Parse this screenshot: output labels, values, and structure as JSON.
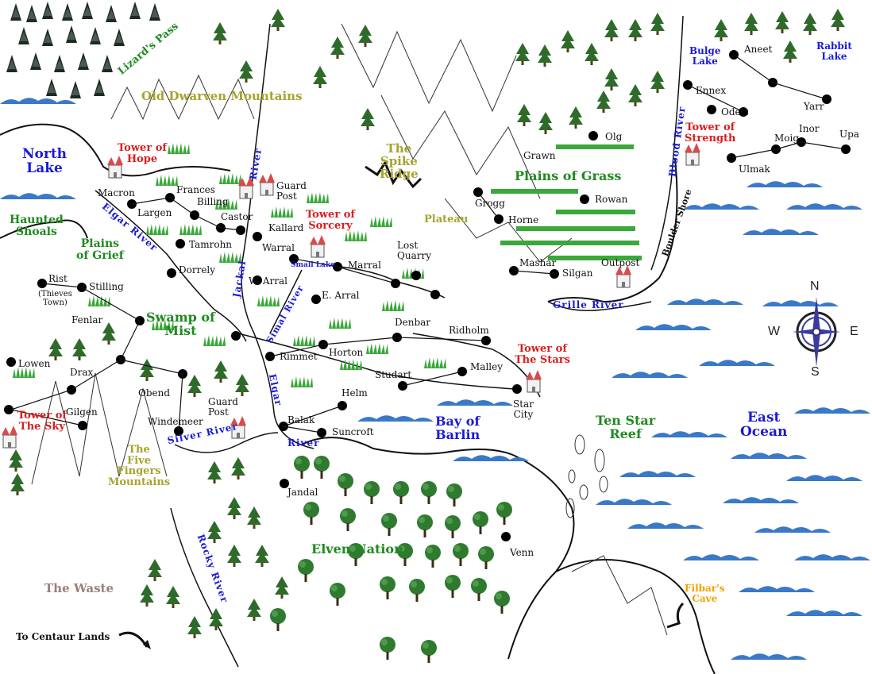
{
  "colors": {
    "region": "#1f8a1f",
    "water_label": "#1a1ad8",
    "tower_label": "#d81e1e",
    "mountain_label": "#a6a32e",
    "waste_label": "#9b7f7f",
    "cave_label": "#f0a300",
    "sea_wave": "#3a78c8",
    "tree": "#2e6b2a",
    "grass": "#3aa83a",
    "ink": "#111111"
  },
  "regions": {
    "old_dwarven_mountains": "Old Dwarven Mountains",
    "lizards_pass": "Lizard's Pass",
    "plains_of_grief": "Plains\nof Grief",
    "haunted_shoals": "Haunted\nShoals",
    "swamp_of_mist": "Swamp of\nMist",
    "the_spike_ridge": "The\nSpike\nRidge",
    "plateau": "Plateau",
    "plains_of_grass": "Plains of Grass",
    "elven_nation": "Elven Nation",
    "ten_star_reef": "Ten Star\nReef",
    "the_five_fingers_mountains": "The\nFive\nFingers\nMountains",
    "the_waste": "The Waste",
    "boulder_shore": "Boulder Shore"
  },
  "waters": {
    "north_lake": "North\nLake",
    "bulge_lake": "Bulge\nLake",
    "rabbit_lake": "Rabbit\nLake",
    "bay_of_barlin": "Bay of\nBarlin",
    "east_ocean": "East\nOcean",
    "small_lake": "Small Lake"
  },
  "rivers": {
    "elgar_river_north": "Elgar River",
    "elgar_river_south": "Elgar",
    "river_south": "River",
    "jackal_river_a": "Jackal",
    "jackal_river_b": "River",
    "simal_river": "Simal River",
    "silver_river": "Silver River",
    "rocky_river": "Rocky River",
    "grille_river": "Grille River",
    "blood_river": "Blood River"
  },
  "towers": {
    "hope": "Tower of\nHope",
    "sorcery": "Tower of\nSorcery",
    "strength": "Tower of\nStrength",
    "the_stars": "Tower of\nThe Stars",
    "the_sky": "Tower of\nThe Sky"
  },
  "places": {
    "macron": "Macron",
    "frances": "Frances",
    "largen": "Largen",
    "billing": "Billing",
    "castor": "Castor",
    "guard_post_north": "Guard\nPost",
    "kallard": "Kallard",
    "tamrohn": "Tamrohn",
    "dorrely": "Dorrely",
    "warral": "Warral",
    "w_arral": "W. Arral",
    "marral": "Marral",
    "e_arral": "E. Arral",
    "lost_quarry": "Lost\nQuarry",
    "rist": "Rist",
    "thieves_town": "(Thieves\nTown)",
    "stilling": "Stilling",
    "fenlar": "Fenlar",
    "lowen": "Lowen",
    "drax": "Drax",
    "gilgen": "Gilgen",
    "obend": "Obend",
    "windemeer": "Windemeer",
    "guard_post_south": "Guard\nPost",
    "rimmet": "Rimmet",
    "horton": "Horton",
    "denbar": "Denbar",
    "ridholm": "Ridholm",
    "malley": "Malley",
    "studart": "Studart",
    "helm": "Helm",
    "balak": "Balak",
    "suncroft": "Suncroft",
    "star_city": "Star\nCity",
    "jandal": "Jandal",
    "venn": "Venn",
    "grogg": "Grogg",
    "horne": "Horne",
    "grawn": "Grawn",
    "olg": "Olg",
    "rowan": "Rowan",
    "mashar": "Mashar",
    "silgan": "Silgan",
    "outpost": "Outpost",
    "aneet": "Aneet",
    "ennex": "Ennex",
    "odett": "Odett",
    "yarr": "Yarr",
    "inor": "Inor",
    "moig": "Moig",
    "upa": "Upa",
    "ulmak": "Ulmak",
    "filbars_cave": "Filbar's\nCave",
    "to_centaur_lands": "To Centaur Lands"
  },
  "compass": {
    "n": "N",
    "s": "S",
    "e": "E",
    "w": "W"
  }
}
